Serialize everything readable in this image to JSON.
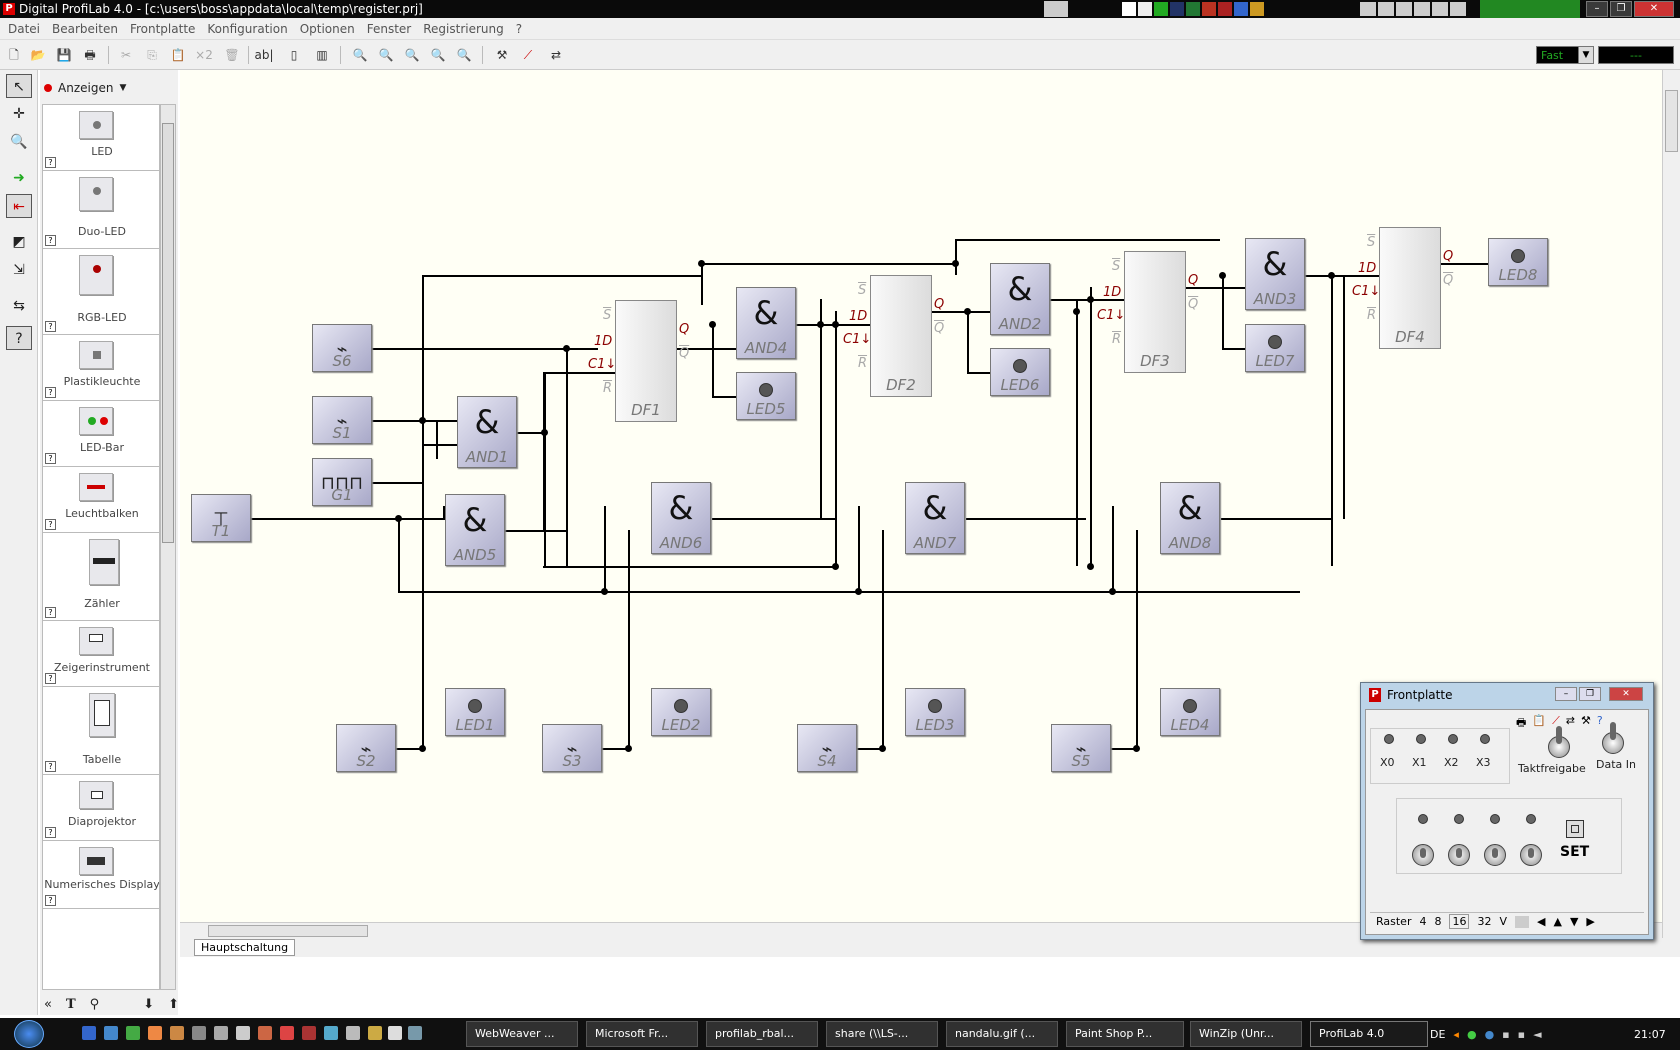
{
  "window": {
    "title": "Digital ProfiLab 4.0 - [c:\\users\\boss\\appdata\\local\\temp\\register.prj]"
  },
  "menu": [
    "Datei",
    "Bearbeiten",
    "Frontplatte",
    "Konfiguration",
    "Optionen",
    "Fenster",
    "Registrierung",
    "?"
  ],
  "toolbar": {
    "speed_value": "Fast",
    "field_value": "---"
  },
  "palette": {
    "header": "Anzeigen",
    "items": [
      {
        "label": "LED",
        "icon": "led-icon"
      },
      {
        "label": "Duo-LED",
        "icon": "duo-led-icon"
      },
      {
        "label": "RGB-LED",
        "icon": "rgb-led-icon"
      },
      {
        "label": "Plastikleuchte",
        "icon": "plastic-lamp-icon"
      },
      {
        "label": "LED-Bar",
        "icon": "led-bar-icon"
      },
      {
        "label": "Leuchtbalken",
        "icon": "light-bar-icon"
      },
      {
        "label": "Zähler",
        "icon": "counter-icon"
      },
      {
        "label": "Zeigerinstrument",
        "icon": "meter-icon"
      },
      {
        "label": "Tabelle",
        "icon": "table-icon"
      },
      {
        "label": "Diaprojektor",
        "icon": "slide-projector-icon"
      },
      {
        "label": "Numerisches Display",
        "icon": "numeric-display-icon"
      }
    ]
  },
  "sheet_tab": "Hauptschaltung",
  "circuit": {
    "switches": [
      "S6",
      "S1",
      "S2",
      "S3",
      "S4",
      "S5"
    ],
    "generator": "G1",
    "button": "T1",
    "and_gates": [
      "AND1",
      "AND2",
      "AND3",
      "AND4",
      "AND5",
      "AND6",
      "AND7",
      "AND8"
    ],
    "flipflops": [
      "DF1",
      "DF2",
      "DF3",
      "DF4"
    ],
    "leds": [
      "LED1",
      "LED2",
      "LED3",
      "LED4",
      "LED5",
      "LED6",
      "LED7",
      "LED8"
    ],
    "gate_symbol": "&",
    "pin_labels": {
      "s": "S",
      "d": "1D",
      "q": "Q",
      "qn": "Q",
      "clk": "C1↓",
      "r": "R"
    }
  },
  "frontpanel": {
    "title": "Frontplatte",
    "outputs": [
      "X0",
      "X1",
      "X2",
      "X3"
    ],
    "toggle_labels": [
      "Taktfreigabe",
      "Data In"
    ],
    "set_label": "SET",
    "raster_label": "Raster",
    "raster_options": [
      "4",
      "8",
      "16",
      "32",
      "V"
    ]
  },
  "taskbar": {
    "tasks": [
      "WebWeaver ...",
      "Microsoft Fr...",
      "profilab_rbal...",
      "share (\\\\LS-...",
      "nandalu.gif (...",
      "Paint Shop P...",
      "WinZip (Unr...",
      "ProfiLab 4.0"
    ],
    "language": "DE",
    "clock": "21:07"
  },
  "colors": {
    "accent_red": "#8b0000",
    "canvas_bg": "#fffff5"
  }
}
